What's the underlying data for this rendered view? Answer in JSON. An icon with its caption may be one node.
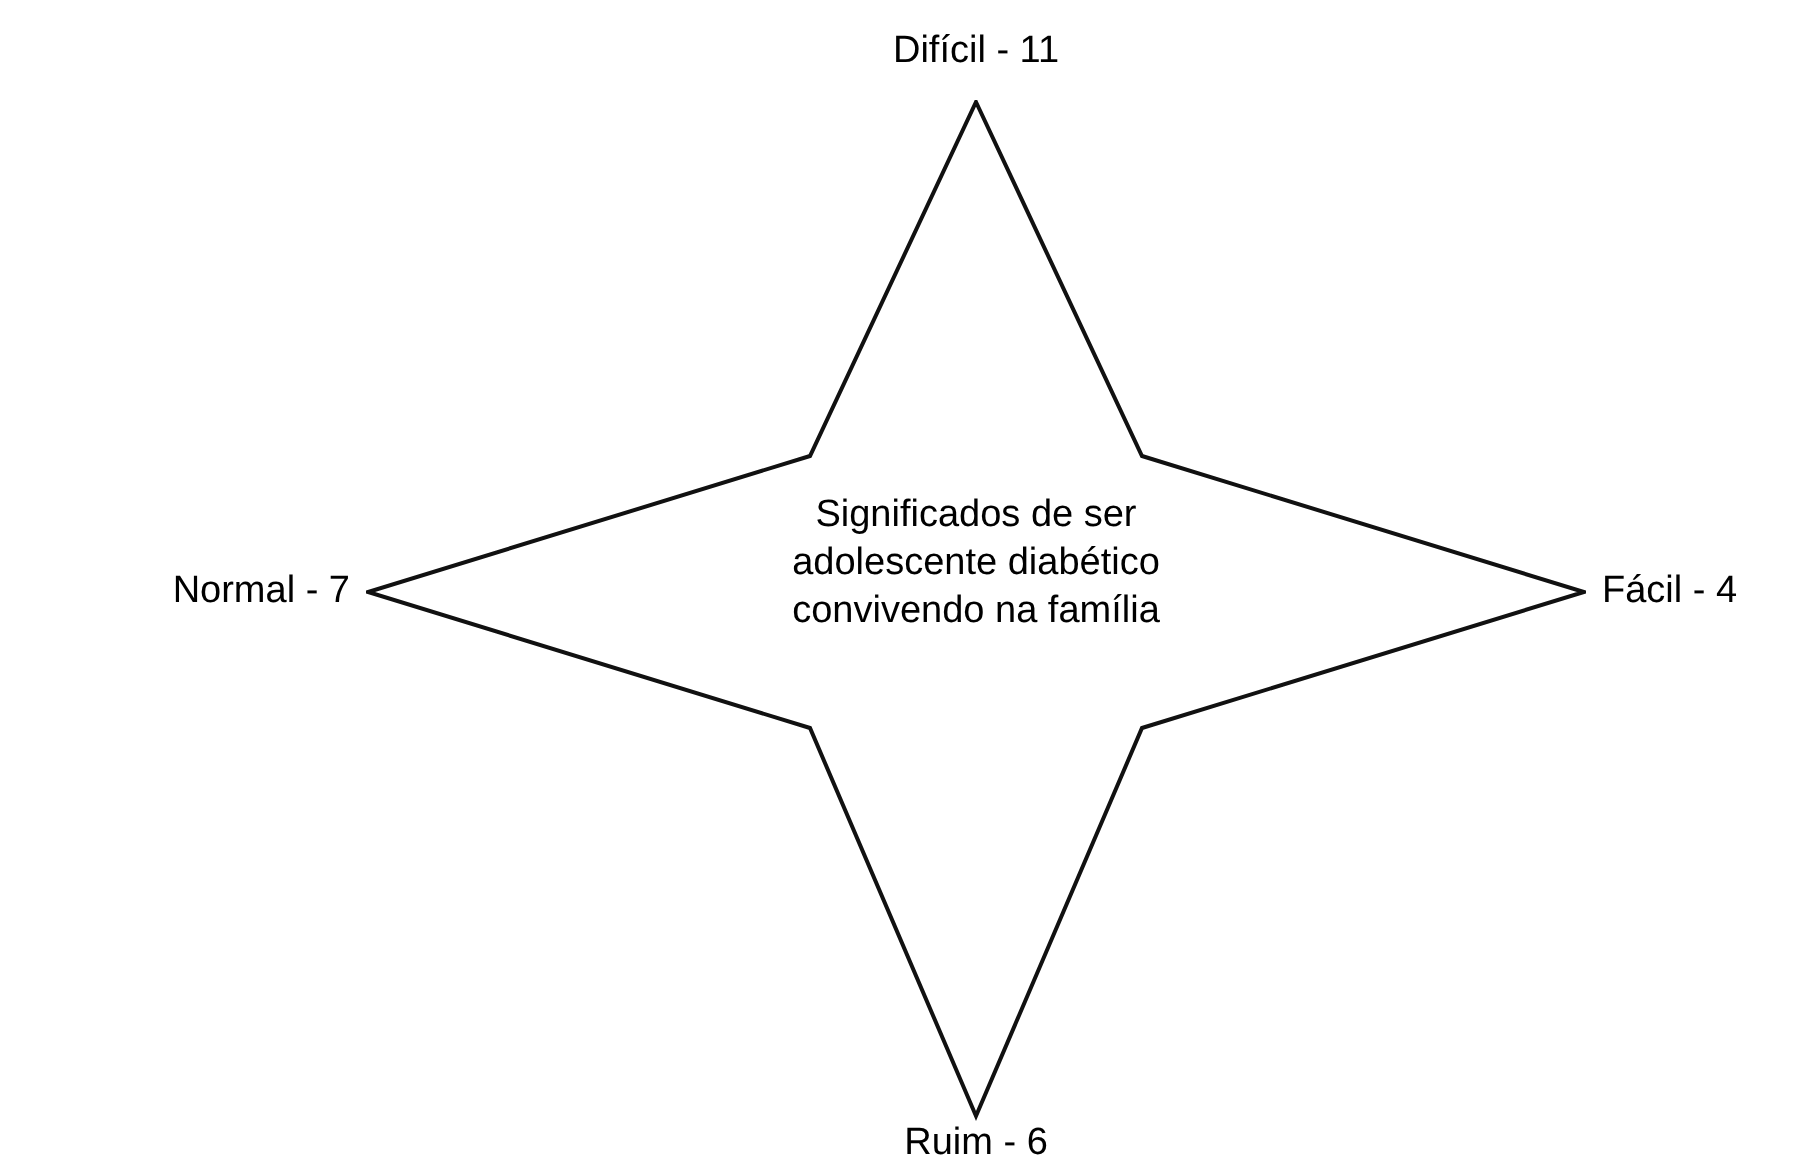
{
  "diagram": {
    "nodes": [
      {
        "text": [
          "Significados de ser adolescente diabético convivendo na família"
        ]
      }
    ],
    "labels": [
      "Difícil - 11",
      "Normal - 7",
      "Fácil - 4",
      "Ruim - 6"
    ]
  }
}
